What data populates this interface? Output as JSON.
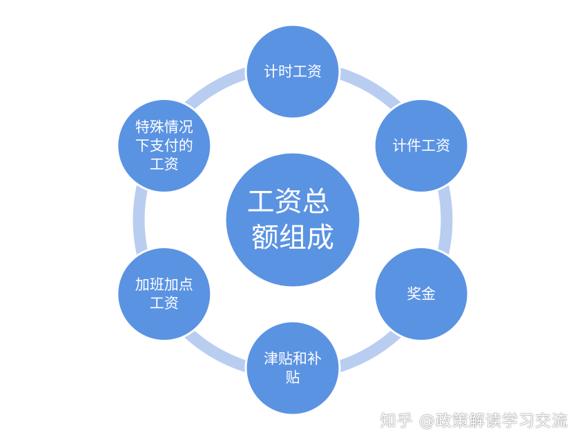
{
  "diagram": {
    "center": {
      "lines": [
        "工资总",
        "额组成"
      ]
    },
    "nodes": [
      {
        "lines": [
          "计时工资"
        ]
      },
      {
        "lines": [
          "计件工资"
        ]
      },
      {
        "lines": [
          "奖金"
        ]
      },
      {
        "lines": [
          "津贴和补",
          "贴"
        ]
      },
      {
        "lines": [
          "加班加点",
          "工资"
        ]
      },
      {
        "lines": [
          "特殊情况",
          "下支付的",
          "工资"
        ]
      }
    ],
    "colors": {
      "node_fill": "#5b93e3",
      "ring": "#b9cdf1",
      "text": "#ffffff"
    }
  },
  "watermark": {
    "text": "知乎 @政策解读学习交流"
  }
}
